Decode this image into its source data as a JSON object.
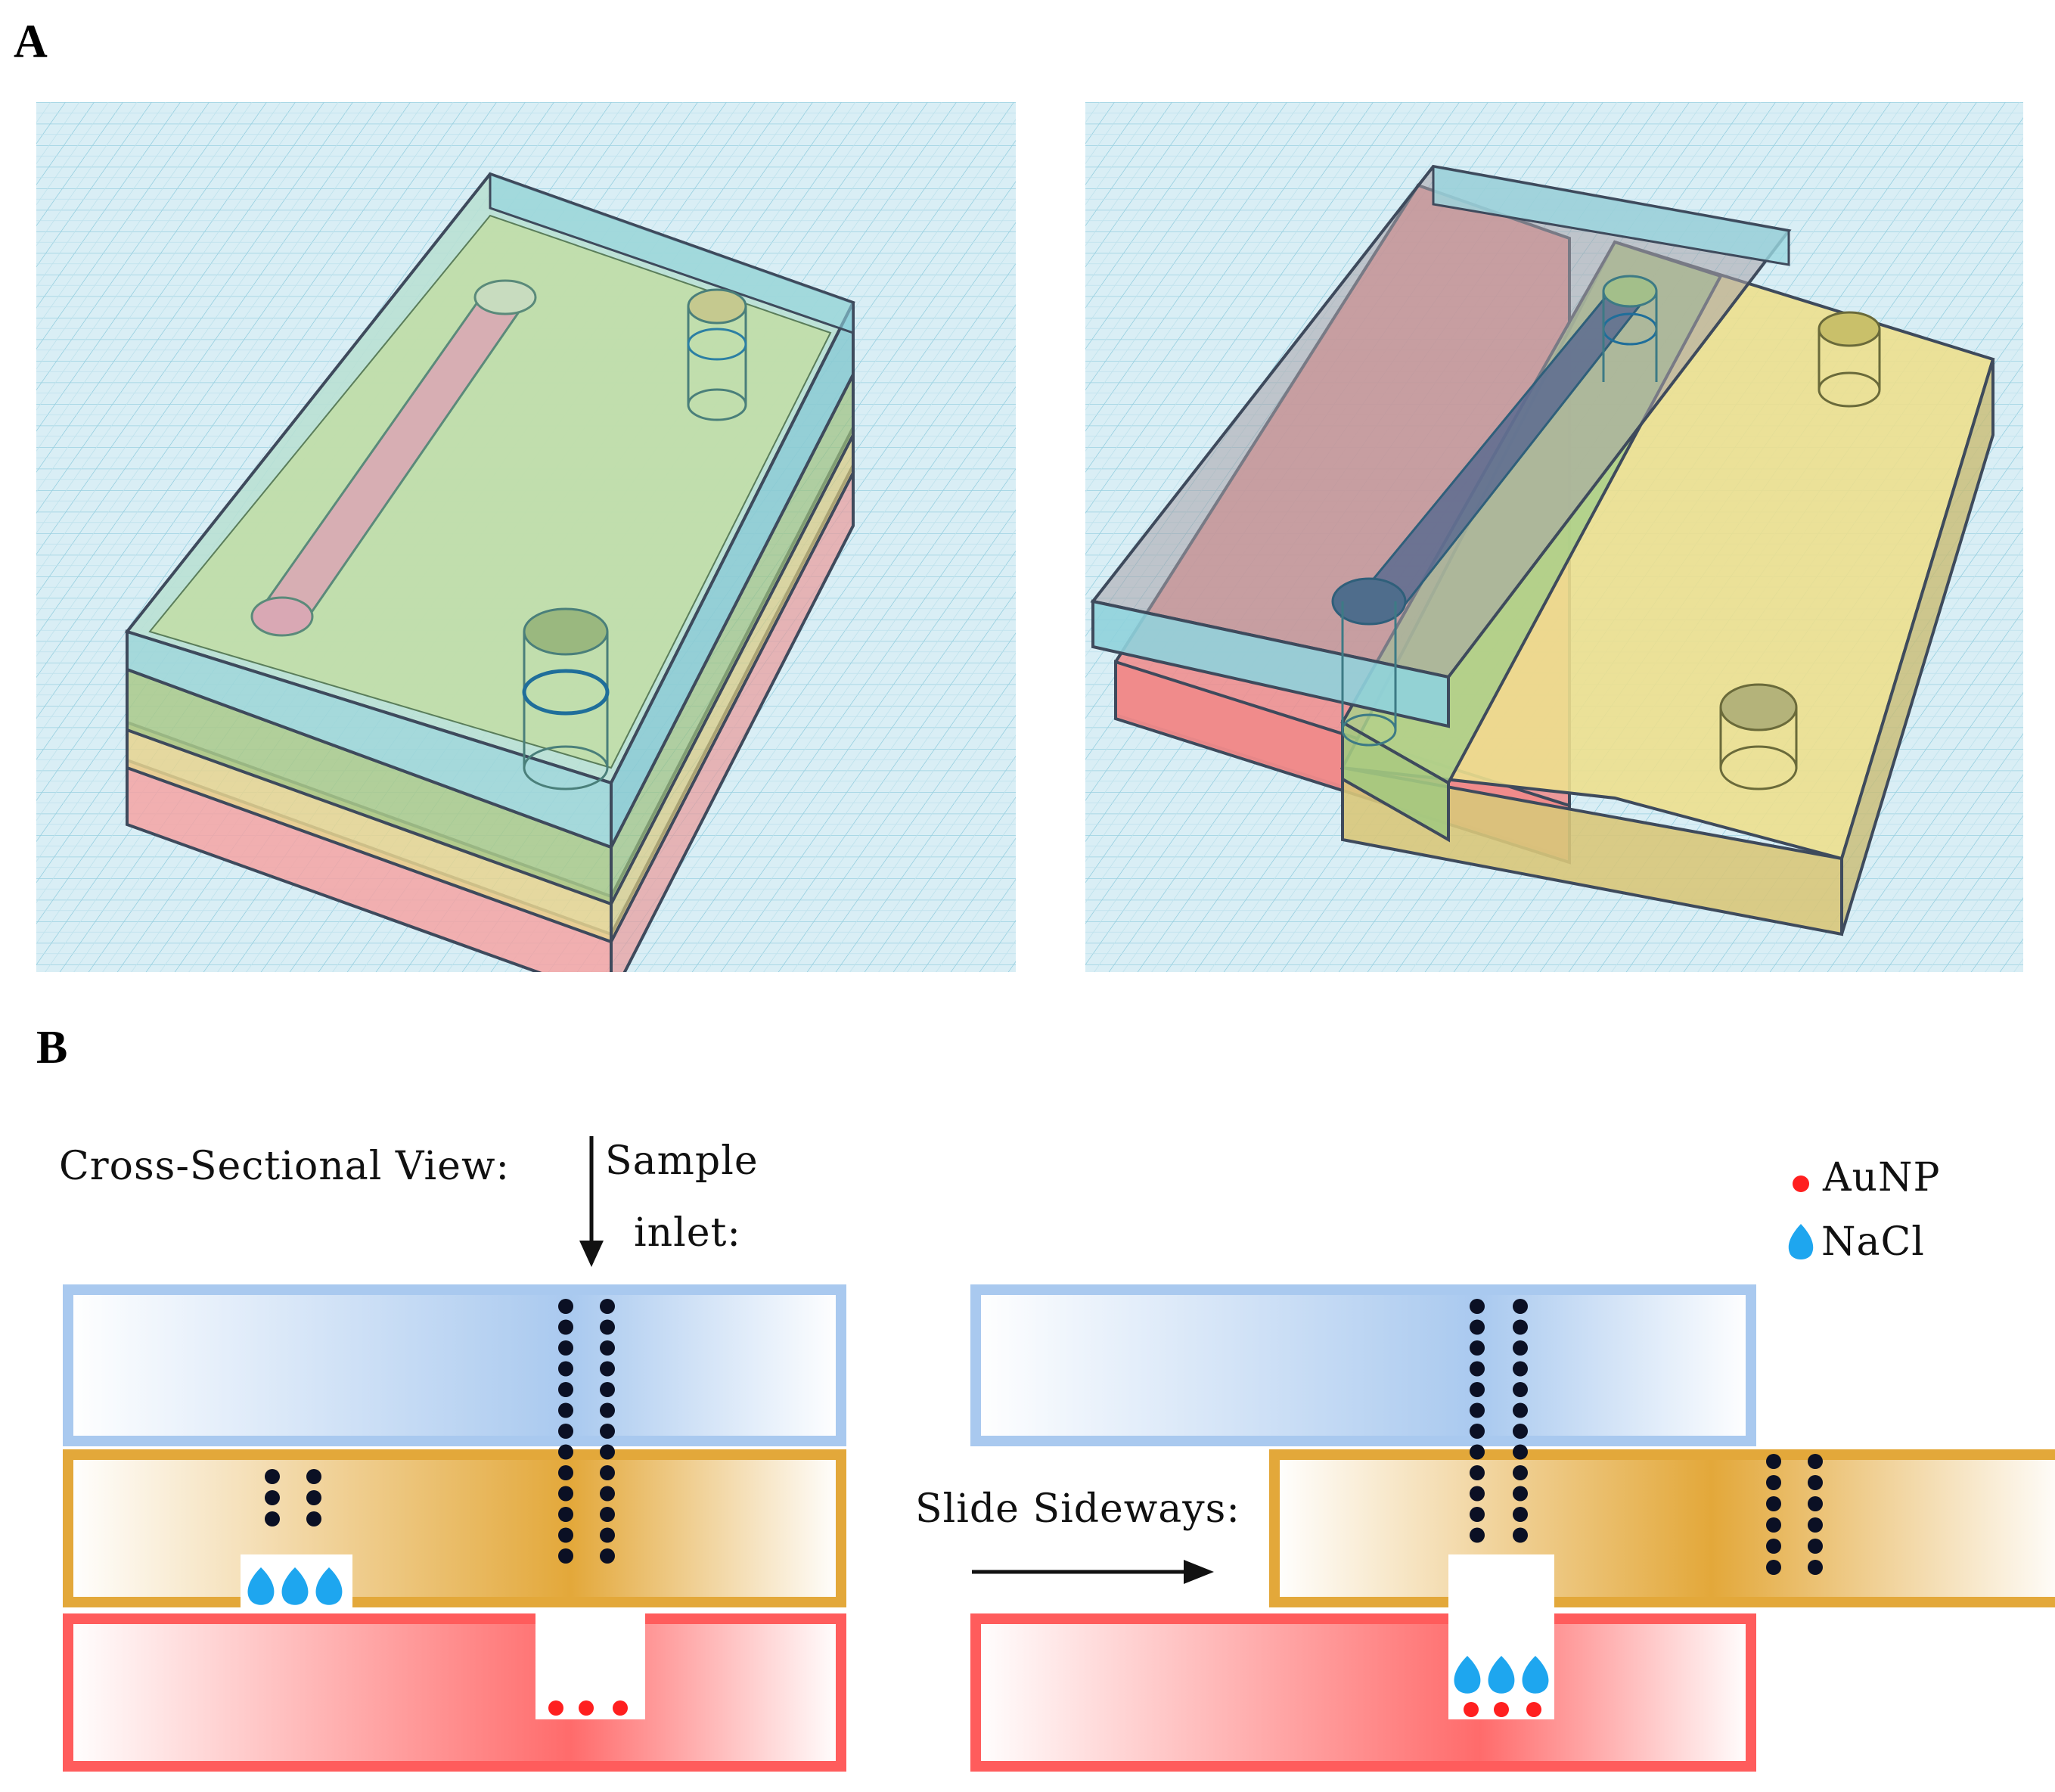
{
  "panels": {
    "a_label": "A",
    "b_label": "B"
  },
  "cross_section": {
    "title": "Cross-Sectional View:",
    "sample_inlet_line1": "Sample",
    "sample_inlet_line2": "inlet:",
    "slide_label": "Slide Sideways:"
  },
  "legend": {
    "items": [
      {
        "label": "AuNP",
        "color": "#ff1f1f",
        "icon": "dot-icon"
      },
      {
        "label": "NaCl",
        "color": "#1ea6ef",
        "icon": "droplet-icon"
      }
    ]
  },
  "colors": {
    "layer_top": "#a9c9ef",
    "layer_middle": "#e3a83a",
    "layer_bottom": "#ff5c5c",
    "grid_bg": "#d6ecf3",
    "grid_line": "#9fd3e3"
  }
}
